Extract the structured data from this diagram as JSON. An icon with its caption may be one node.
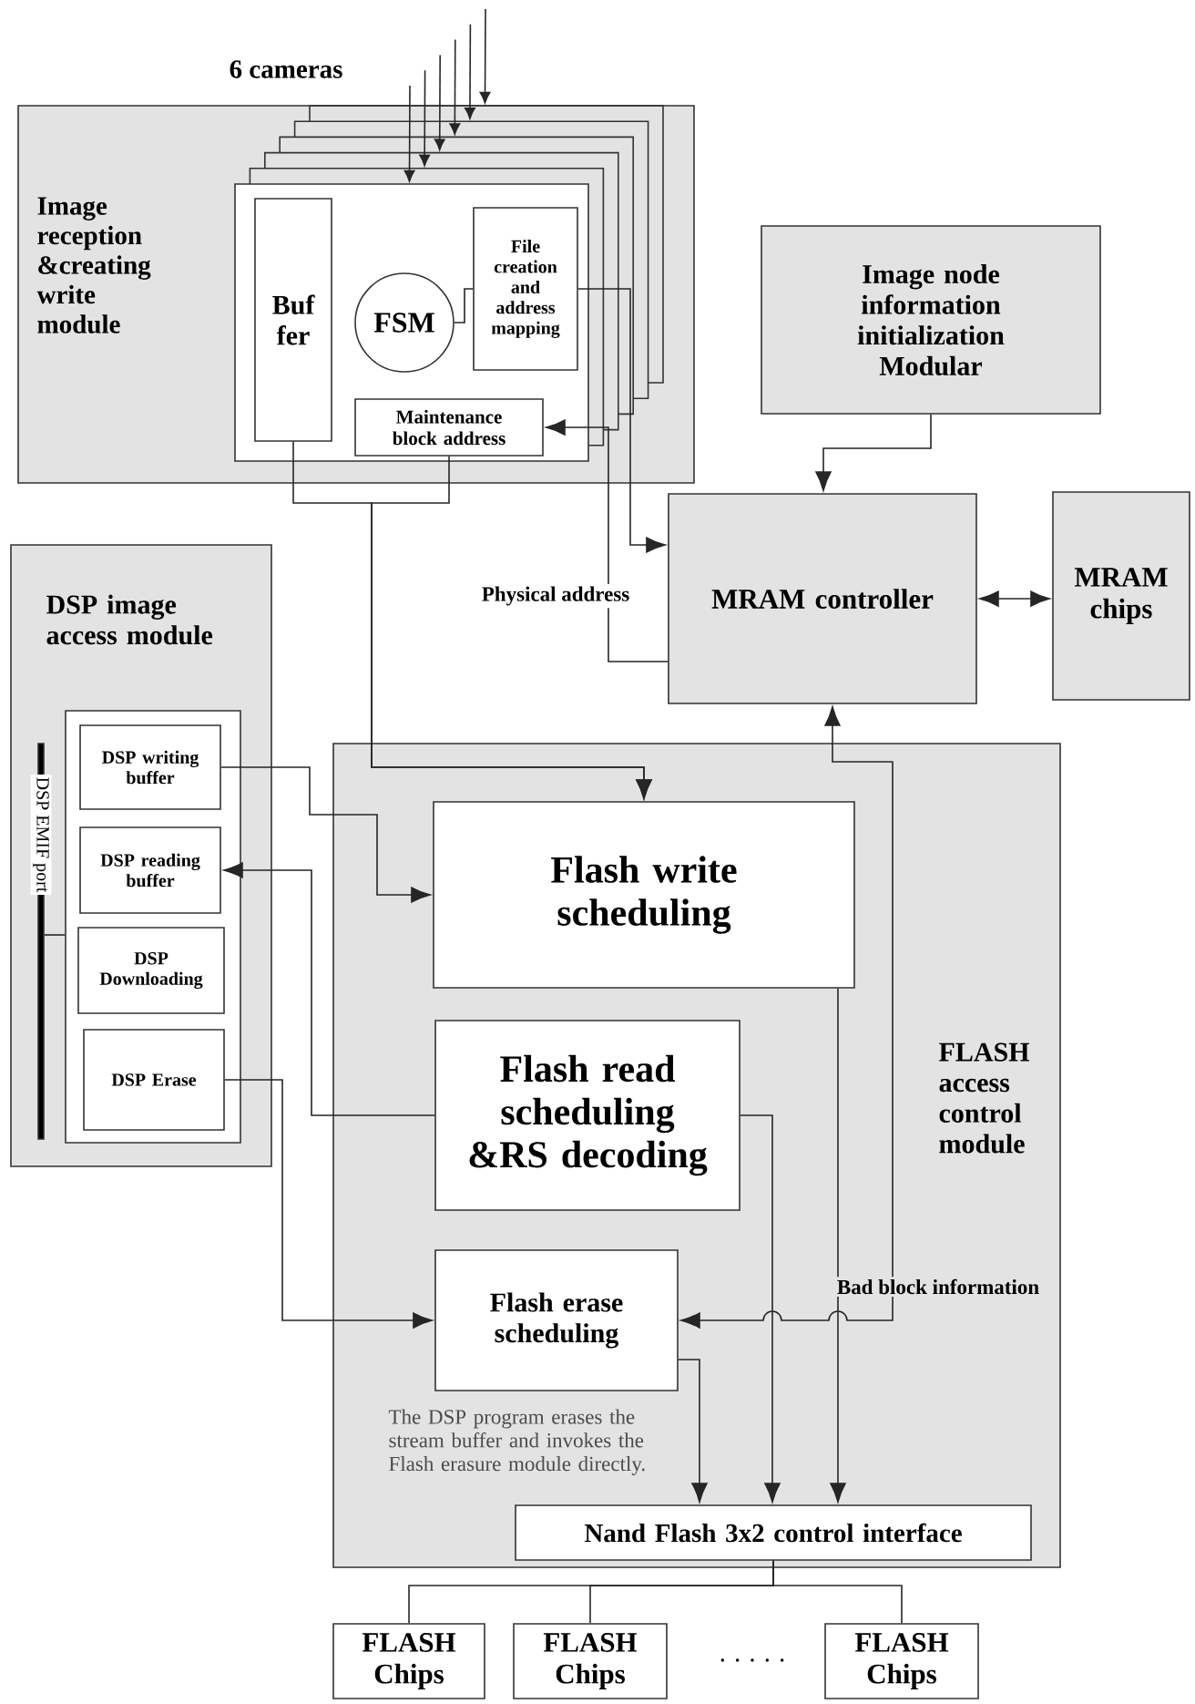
{
  "diagram": {
    "nodes": [
      {
        "text": [
          "Image reception &creating write module"
        ]
      },
      {
        "text": [],
        "shape": "box",
        "in": 0
      },
      {
        "text": [
          "Buf fer"
        ],
        "in": 1
      },
      {
        "text": [
          "FSM"
        ],
        "in": 1
      },
      {
        "text": [
          "File creation and address mapping"
        ],
        "in": 1
      },
      {
        "text": [
          "Maintenance block address"
        ],
        "in": 1
      },
      {
        "text": [
          "Image node information initialization Modular"
        ]
      },
      {
        "text": [
          "MRAM controller"
        ]
      },
      {
        "text": [
          "MRAM chips"
        ]
      },
      {
        "text": [
          "DSP image access module"
        ]
      },
      {
        "text": [
          "DSP EMIF port"
        ],
        "in": 9
      },
      {
        "text": [],
        "shape": "box",
        "in": 9
      },
      {
        "text": [
          "DSP writing buffer"
        ],
        "in": 11
      },
      {
        "text": [
          "DSP reading buffer"
        ],
        "in": 11
      },
      {
        "text": [
          "DSP Downloading"
        ],
        "in": 11
      },
      {
        "text": [
          "DSP Erase"
        ],
        "in": 11
      },
      {
        "text": [
          "FLASH access control module"
        ]
      },
      {
        "text": [
          "Flash write scheduling"
        ],
        "in": 16
      },
      {
        "text": [
          "Flash read scheduling &RS decoding"
        ],
        "in": 16
      },
      {
        "text": [
          "Flash erase scheduling"
        ],
        "in": 16,
        "beside": [
          "The DSP program erases the stream buffer and invokes the Flash erasure module directly."
        ]
      },
      {
        "text": [
          "Nand Flash 3x2 control interface"
        ],
        "in": 16
      },
      {
        "text": [
          "FLASH Chips"
        ]
      },
      {
        "text": [
          "FLASH Chips"
        ]
      },
      {
        "text": [
          "FLASH Chips"
        ]
      }
    ],
    "edges": [
      {
        "from": null,
        "to": 1,
        "arrow": "to"
      },
      {
        "from": null,
        "to": 1,
        "arrow": "to"
      },
      {
        "from": null,
        "to": 1,
        "arrow": "to"
      },
      {
        "from": null,
        "to": 1,
        "arrow": "to"
      },
      {
        "from": null,
        "to": 1,
        "arrow": "to"
      },
      {
        "from": null,
        "to": 1,
        "arrow": "to"
      },
      {
        "from": 2,
        "to": 17,
        "arrow": "to"
      },
      {
        "from": 5,
        "to": 17,
        "arrow": "to"
      },
      {
        "from": 3,
        "to": 4,
        "arrow": "none"
      },
      {
        "from": 4,
        "to": 7,
        "arrow": "to"
      },
      {
        "from": 7,
        "to": 5,
        "arrow": "to",
        "label": "Physical address"
      },
      {
        "from": 6,
        "to": 7,
        "arrow": "to"
      },
      {
        "from": 7,
        "to": 8,
        "arrow": "both"
      },
      {
        "from": 10,
        "to": 11,
        "arrow": "none"
      },
      {
        "from": 12,
        "to": 17,
        "arrow": "to"
      },
      {
        "from": 18,
        "to": 13,
        "arrow": "to"
      },
      {
        "from": 15,
        "to": 19,
        "arrow": "to"
      },
      {
        "from": 7,
        "to": 19,
        "arrow": "both",
        "label": "Bad block information"
      },
      {
        "from": 19,
        "to": 20,
        "arrow": "to"
      },
      {
        "from": 18,
        "to": 20,
        "arrow": "to"
      },
      {
        "from": 17,
        "to": 20,
        "arrow": "to"
      },
      {
        "from": 20,
        "to": 21,
        "arrow": "none"
      },
      {
        "from": 20,
        "to": 22,
        "arrow": "none"
      },
      {
        "from": 20,
        "to": 23,
        "arrow": "none"
      }
    ],
    "labels": [
      "6 cameras",
      ". . . . ."
    ]
  }
}
